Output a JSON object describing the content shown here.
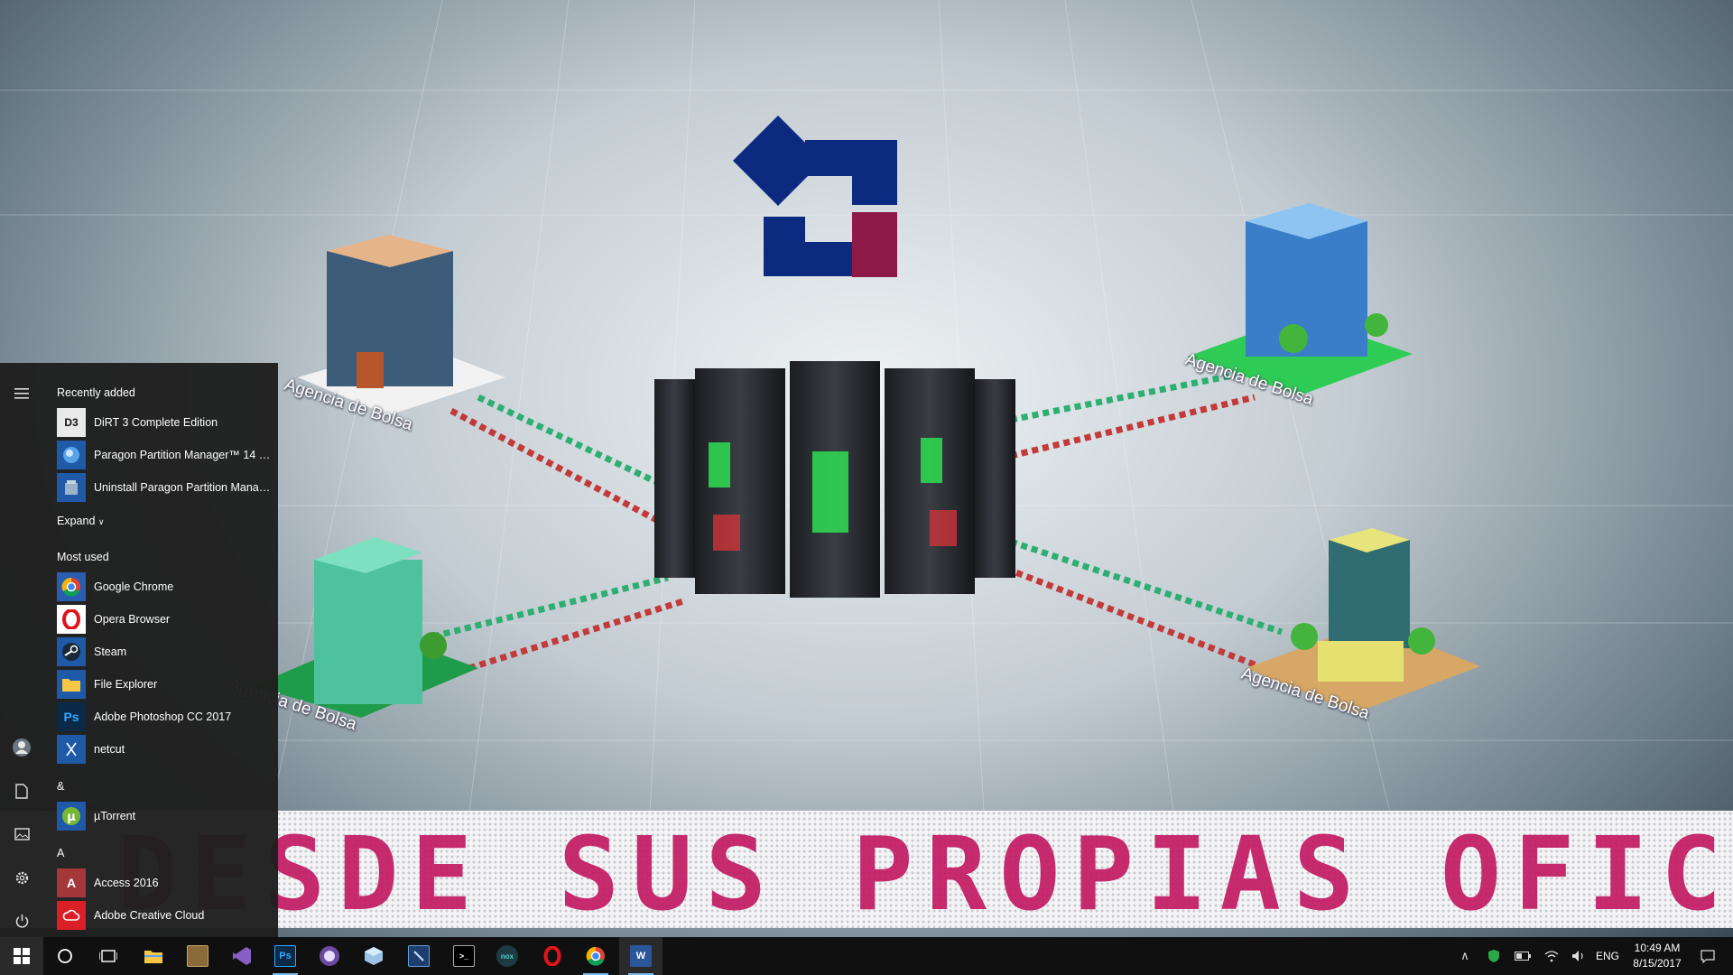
{
  "desktop": {
    "building_labels": [
      "Agencia de Bolsa",
      "Agencia de Bolsa",
      "Agencia de Bolsa",
      "Agencia de Bolsa"
    ],
    "banner_text": "DESDE SUS PROPIAS OFICINAS",
    "colors": {
      "logo_blue": "#0b2a80",
      "logo_red": "#8e1a48",
      "led_text": "#c21a62",
      "link_green": "#2fae72",
      "link_red": "#c23a3a"
    }
  },
  "start_menu": {
    "rail": [
      {
        "icon": "hamburger-menu-icon"
      },
      {
        "icon": "user-avatar-icon"
      },
      {
        "icon": "documents-icon"
      },
      {
        "icon": "pictures-icon"
      },
      {
        "icon": "settings-gear-icon"
      },
      {
        "icon": "power-icon"
      }
    ],
    "recently_added_label": "Recently added",
    "recently_added": [
      {
        "name": "DiRT 3 Complete Edition",
        "icon": "dirt3-icon"
      },
      {
        "name": "Paragon Partition Manager™ 14 Fr...",
        "icon": "paragon-icon"
      },
      {
        "name": "Uninstall Paragon Partition Manag...",
        "icon": "uninstall-icon"
      }
    ],
    "expand_label": "Expand",
    "most_used_label": "Most used",
    "most_used": [
      {
        "name": "Google Chrome",
        "icon": "chrome-icon"
      },
      {
        "name": "Opera Browser",
        "icon": "opera-icon"
      },
      {
        "name": "Steam",
        "icon": "steam-icon"
      },
      {
        "name": "File Explorer",
        "icon": "folder-icon"
      },
      {
        "name": "Adobe Photoshop CC 2017",
        "icon": "photoshop-icon",
        "badge": "Ps"
      },
      {
        "name": "netcut",
        "icon": "netcut-icon"
      }
    ],
    "group_amp": "&",
    "amp_apps": [
      {
        "name": "µTorrent",
        "icon": "utorrent-icon"
      }
    ],
    "group_a": "A",
    "a_apps": [
      {
        "name": "Access 2016",
        "icon": "access-icon",
        "badge": "A"
      },
      {
        "name": "Adobe Creative Cloud",
        "icon": "creative-cloud-icon"
      }
    ]
  },
  "taskbar": {
    "pinned": [
      {
        "icon": "windows-start-icon"
      },
      {
        "icon": "cortana-search-icon"
      },
      {
        "icon": "task-view-icon"
      },
      {
        "icon": "file-explorer-icon"
      },
      {
        "icon": "store-app-icon"
      },
      {
        "icon": "visual-studio-icon"
      },
      {
        "icon": "photoshop-icon",
        "badge": "Ps"
      },
      {
        "icon": "purple-app-icon"
      },
      {
        "icon": "box-app-icon"
      },
      {
        "icon": "terminal-app-icon"
      },
      {
        "icon": "cmd-icon"
      },
      {
        "icon": "nox-icon",
        "badge": "nox"
      },
      {
        "icon": "opera-icon"
      },
      {
        "icon": "chrome-icon"
      },
      {
        "icon": "word-icon",
        "badge": "W"
      }
    ],
    "tray": {
      "language": "ENG",
      "time": "10:49 AM",
      "date": "8/15/2017"
    }
  }
}
